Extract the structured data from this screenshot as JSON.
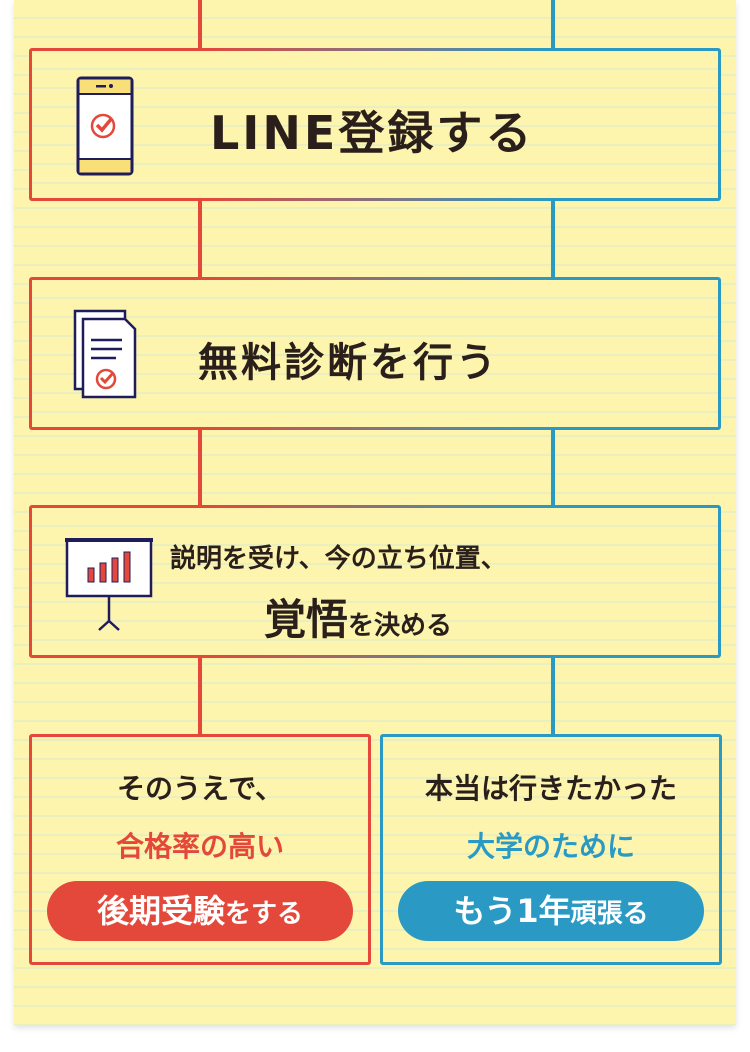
{
  "colors": {
    "red": "#e4483a",
    "blue": "#2a9ac4",
    "paper": "#fdf5ae",
    "text": "#2a1f1a"
  },
  "steps": [
    {
      "icon": "smartphone-check-icon",
      "label": "LINE登録する"
    },
    {
      "icon": "document-check-icon",
      "label": "無料診断を行う"
    },
    {
      "icon": "presentation-chart-icon",
      "line1": "説明を受け、今の立ち位置、",
      "line2_big": "覚悟",
      "line2_small": "を決める"
    }
  ],
  "options": [
    {
      "line1": "そのうえで、",
      "line2": "合格率の高い",
      "pill_big": "後期受験",
      "pill_small": "をする"
    },
    {
      "line1": "本当は行きたかった",
      "line2": "大学のために",
      "pill_big": "もう1年",
      "pill_small": "頑張る"
    }
  ]
}
